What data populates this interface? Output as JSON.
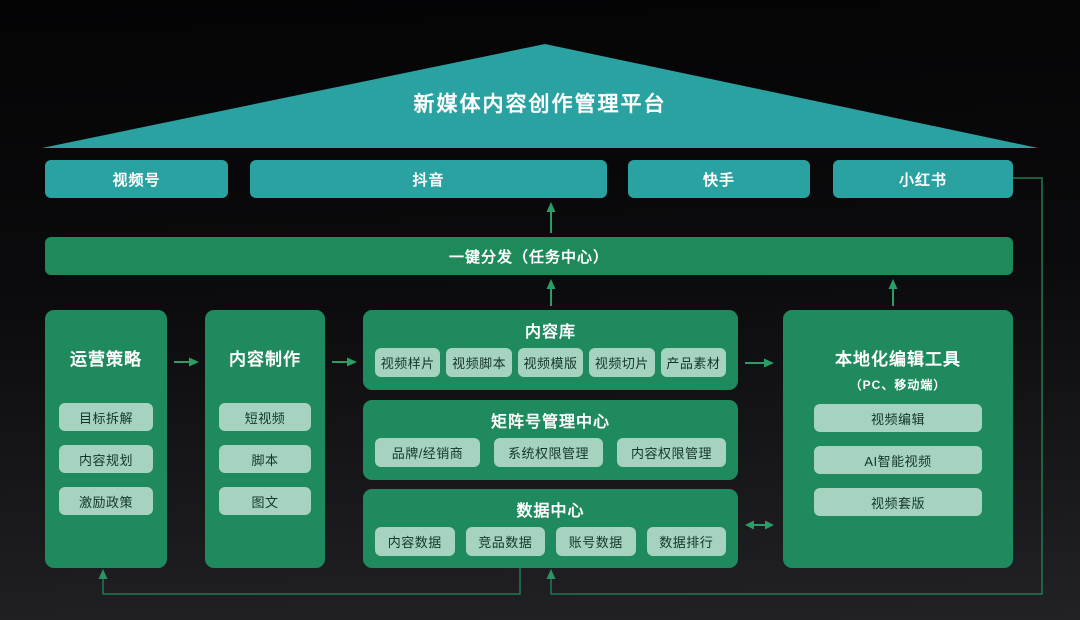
{
  "title": "新媒体内容创作管理平台",
  "platforms": {
    "wechat_video": "视频号",
    "douyin": "抖音",
    "kuaishou": "快手",
    "xiaohongshu": "小红书"
  },
  "distribution": {
    "label": "一键分发（任务中心）"
  },
  "panels": {
    "strategy": {
      "title": "运营策略",
      "items": [
        "目标拆解",
        "内容规划",
        "激励政策"
      ]
    },
    "production": {
      "title": "内容制作",
      "items": [
        "短视频",
        "脚本",
        "图文"
      ]
    },
    "library": {
      "title": "内容库",
      "items": [
        "视频样片",
        "视频脚本",
        "视频模版",
        "视频切片",
        "产品素材"
      ]
    },
    "matrix": {
      "title": "矩阵号管理中心",
      "items": [
        "品牌/经销商",
        "系统权限管理",
        "内容权限管理"
      ]
    },
    "data": {
      "title": "数据中心",
      "items": [
        "内容数据",
        "竞品数据",
        "账号数据",
        "数据排行"
      ]
    },
    "editor": {
      "title": "本地化编辑工具",
      "subtitle": "（PC、移动端）",
      "items": [
        "视频编辑",
        "AI智能视频",
        "视频套版"
      ]
    }
  },
  "colors": {
    "teal": "#2AA2A2",
    "panel_green": "#1F8A5E",
    "bar_green": "#1E8A5A",
    "chip_bg": "#A5D3BF",
    "chip_text": "#14352A",
    "arrow_green": "#2A9E66",
    "feedback_line": "#1D7A50",
    "background_top": "#040405",
    "background_bottom": "#222226",
    "text": "#FFFFFF"
  }
}
